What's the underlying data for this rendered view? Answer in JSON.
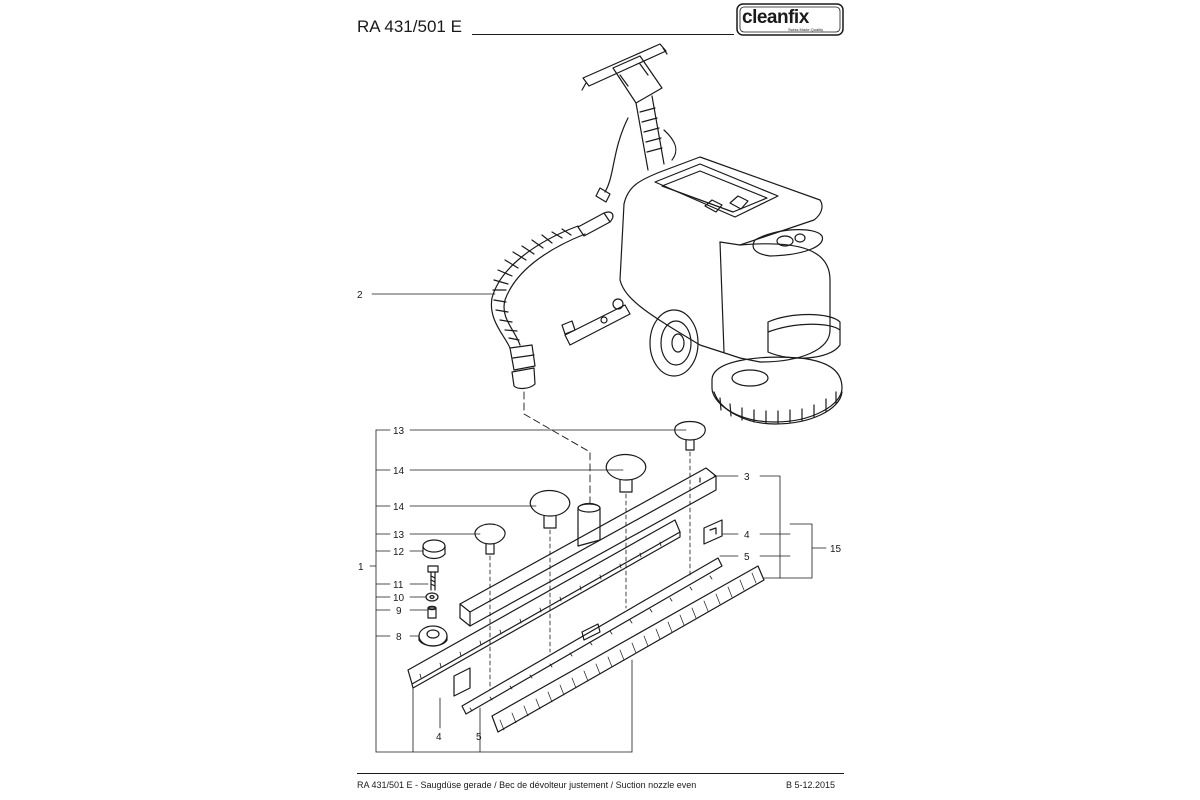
{
  "header": {
    "title": "RA 431/501 E",
    "brand": "cleanfix",
    "brand_tagline": "Swiss Made Quality"
  },
  "callouts": {
    "c1": "1",
    "c2": "2",
    "c3": "3",
    "c4": "4",
    "c4b": "4",
    "c5": "5",
    "c5b": "5",
    "c8": "8",
    "c9": "9",
    "c10": "10",
    "c11": "11",
    "c12": "12",
    "c13a": "13",
    "c13b": "13",
    "c14a": "14",
    "c14b": "14",
    "c15": "15"
  },
  "footer": {
    "description": "RA 431/501 E - Saugdüse gerade / Bec de dévolteur justement / Suction nozzle even",
    "revision": "B 5-12.2015"
  },
  "colors": {
    "ink": "#1a1a1a",
    "paper": "#ffffff"
  }
}
